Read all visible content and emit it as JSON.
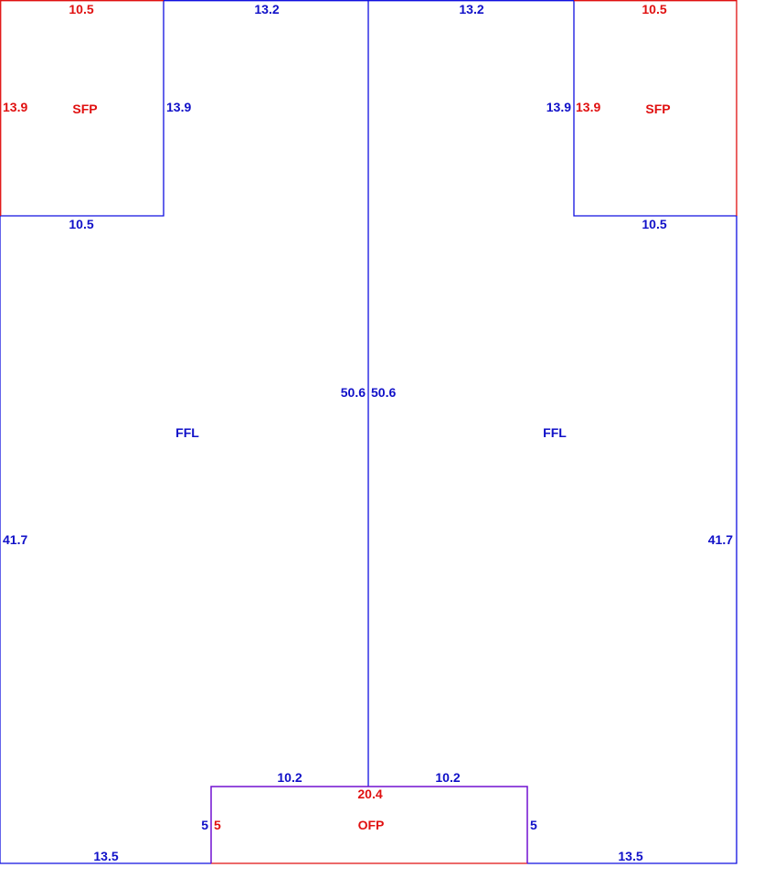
{
  "colors": {
    "ffl_line": "#1010e0",
    "porch_line": "#e01010",
    "overlap_line": "#7010d0",
    "ffl_text": "#1010c8",
    "porch_text": "#e01010"
  },
  "areas": {
    "sfp_left": "SFP",
    "sfp_right": "SFP",
    "ffl_left": "FFL",
    "ffl_right": "FFL",
    "ofp": "OFP"
  },
  "dims": {
    "sfp_left_top": "10.5",
    "sfp_left_left": "13.9",
    "sfp_left_right": "13.9",
    "sfp_left_bottom": "10.5",
    "top_left_ffl": "13.2",
    "top_right_ffl": "13.2",
    "sfp_right_top": "10.5",
    "sfp_right_left_blue": "13.9",
    "sfp_right_left_red": "13.9",
    "sfp_right_bottom": "10.5",
    "center_left": "50.6",
    "center_right": "50.6",
    "left_side": "41.7",
    "right_side": "41.7",
    "ofp_top_left": "10.2",
    "ofp_top_right": "10.2",
    "ofp_top_total": "20.4",
    "ofp_left_blue": "5",
    "ofp_left_red": "5",
    "ofp_right": "5",
    "bottom_left": "13.5",
    "bottom_right": "13.5"
  }
}
